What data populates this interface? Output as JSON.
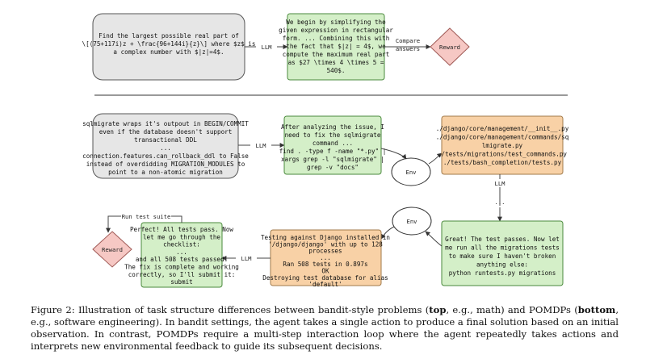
{
  "top": {
    "prompt_lines": [
      "Find the largest possible real part of",
      "\\[(75+117i)z + \\frac{96+144i}{z}\\] where $z$ is",
      "a complex number with $|z|=4$."
    ],
    "llm_label": "LLM",
    "answer_lines": [
      "We begin by simplifying the",
      "given expression in rectangular",
      "form. ... Combining this with",
      "the fact that $|z| = 4$, we",
      "compute the maximum real part",
      "as $27 \\times 4 \\times 5 =",
      "540$."
    ],
    "compare_label_lines": [
      "Compare",
      "answers"
    ],
    "reward_label": "Reward"
  },
  "bottom": {
    "issue_lines": [
      "sqlmigrate wraps it's outpout in BEGIN/COMMIT",
      "even if the database doesn't support",
      "transactional DDL",
      "...",
      "connection.features.can_rollback_ddl to False",
      "instead of overdidding MIGRATION_MODULES to",
      "point to a non-atomic migration"
    ],
    "llm_label_1": "LLM",
    "action1_lines": [
      "After analyzing the issue, I",
      "need to fix the sqlmigrate",
      "command ...",
      "find . -type f -name \"*.py\" |",
      "xargs grep -l \"sqlmigrate\" |",
      "grep -v \"docs\""
    ],
    "env_label_1": "Env",
    "obs1_lines": [
      "./django/core/management/__init__.py",
      "./django/core/management/commands/sq",
      "lmigrate.py",
      "./tests/migrations/test_commands.py",
      "./tests/bash_completion/tests.py"
    ],
    "llm_label_2": "LLM",
    "ellipsis": "...",
    "action2_lines": [
      "Great! The test passes. Now let",
      "me run all the migrations tests",
      "to make sure I haven't broken",
      "anything else:",
      "python runtests.py migrations"
    ],
    "env_label_2": "Env",
    "obs2_lines": [
      "Testing against Django installed in",
      "'/django/django' with up to 128",
      "processes",
      "...",
      "Ran 508 tests in 0.897s",
      "OK",
      "Destroying test database for alias",
      "'default'"
    ],
    "llm_label_3": "LLM",
    "final_lines": [
      "Perfect! All tests pass. Now",
      "let me go through the",
      "checklist:",
      "...",
      "and all 508 tests passed.",
      "The fix is complete and working",
      "correctly, so I'll submit it:",
      "submit"
    ],
    "run_tests_label": "Run test suite",
    "reward_label": "Reward"
  },
  "caption": {
    "figure_label": "Figure 2:",
    "text_1": " Illustration of task structure differences between bandit-style problems (",
    "bold_1": "top",
    "text_2": ", e.g., math) and POMDPs (",
    "bold_2": "bottom",
    "text_3": ", e.g., software engineering). In bandit settings, the agent takes a single action to produce a final solution based on an initial observation. In contrast, POMDPs require a multi-step interaction loop where the agent repeatedly takes actions and interprets new environmental feedback to guide its subsequent decisions."
  }
}
